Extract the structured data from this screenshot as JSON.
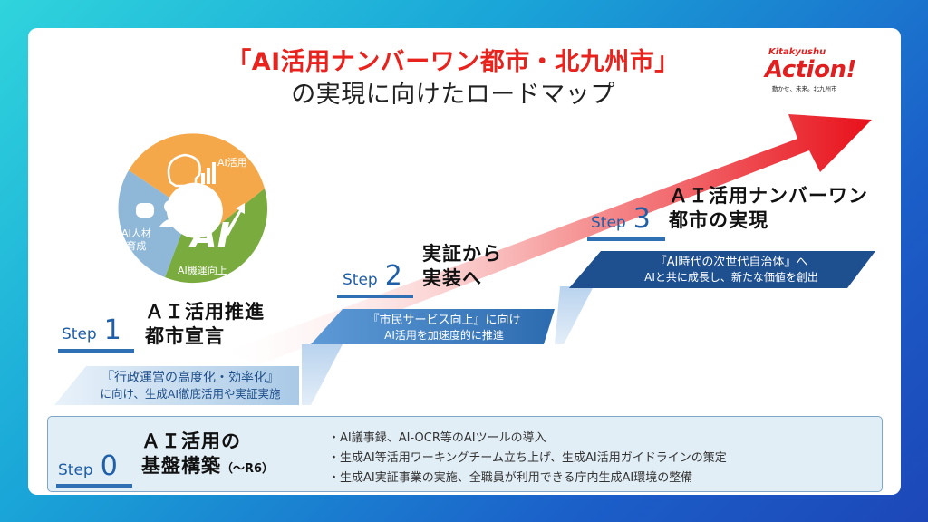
{
  "title": {
    "line1": "「AI活用ナンバーワン都市・北九州市」",
    "line2": "の実現に向けたロードマップ"
  },
  "logo": {
    "small": "Kitakyushu",
    "big": "Action!",
    "tagline": "動かせ、未来。北九州市"
  },
  "cycle": {
    "segments": [
      "AI活用",
      "AI人材\n育成",
      "AI機運向上"
    ],
    "center_text": "AI"
  },
  "steps": [
    {
      "label": "Step",
      "number": "0",
      "title_line1": "ＡＩ活用の",
      "title_line2": "基盤構築",
      "title_suffix": "（〜R6）"
    },
    {
      "label": "Step",
      "number": "1",
      "title_line1": "ＡＩ活用推進",
      "title_line2": "都市宣言",
      "banner_line1": "『行政運営の高度化・効率化』",
      "banner_line2": "に向け、生成AI徹底活用や実証実施"
    },
    {
      "label": "Step",
      "number": "2",
      "title_line1": "実証から",
      "title_line2": "実装へ",
      "banner_line1": "『市民サービス向上』に向け",
      "banner_line2": "AI活用を加速度的に推進"
    },
    {
      "label": "Step",
      "number": "3",
      "title_line1": "ＡＩ活用ナンバーワン",
      "title_line2": "都市の実現",
      "banner_line1": "『AI時代の次世代自治体』へ",
      "banner_line2": "AIと共に成長し、新たな価値を創出"
    }
  ],
  "step0_bullets": [
    "・AI議事録、AI-OCR等のAIツールの導入",
    "・生成AI等活用ワーキングチーム立ち上げ、生成AI活用ガイドラインの策定",
    "・生成AI実証事業の実施、全職員が利用できる庁内生成AI環境の整備"
  ],
  "colors": {
    "title_red": "#e8231e",
    "step_blue": "#2f6fb4",
    "banner_dark": "#1f4f8a",
    "cycle_orange": "#f5a84a",
    "cycle_green": "#7aab3e",
    "cycle_blue": "#8fb8d8"
  }
}
